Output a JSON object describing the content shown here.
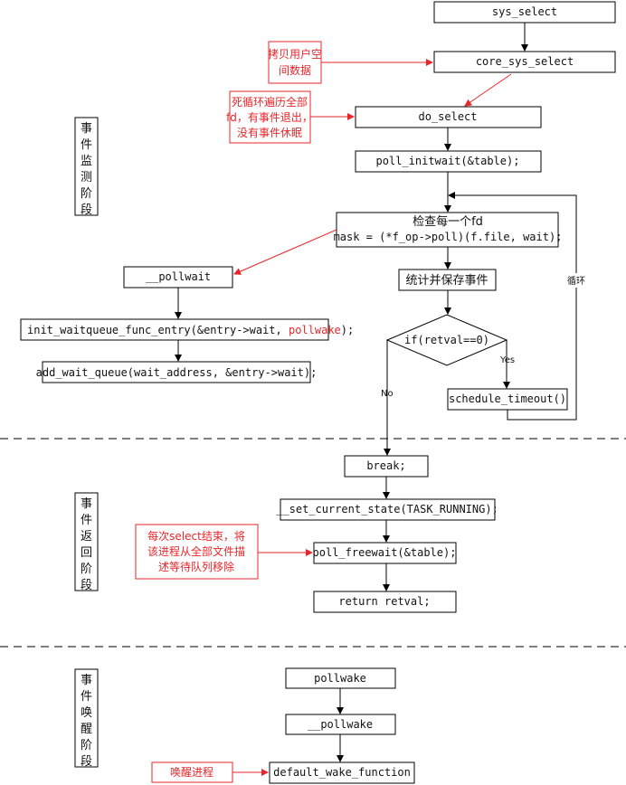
{
  "colors": {
    "annotation": "#e8262a",
    "line": "#000000",
    "separator": "#555555"
  },
  "stages": {
    "monitor": "事件监测阶段",
    "return": "事件返回阶段",
    "wake": "事件唤醒阶段"
  },
  "nodes": {
    "sys_select": "sys_select",
    "core_sys_select": "core_sys_select",
    "do_select": "do_select",
    "poll_initwait": "poll_initwait(&table);",
    "check_fd_line1": "检查每一个fd",
    "check_fd_line2": "mask = (*f_op->poll)(f.file, wait);",
    "pollwait": "__pollwait",
    "init_waitqueue_prefix": "init_waitqueue_func_entry(&entry->wait, ",
    "init_waitqueue_highlight": "pollwake",
    "init_waitqueue_suffix": ");",
    "add_wait_queue": "add_wait_queue(wait_address, &entry->wait);",
    "save_events": "统计并保存事件",
    "retval_check": "if(retval==0)",
    "schedule_timeout": "schedule_timeout()",
    "break": "break;",
    "set_current_state": "__set_current_state(TASK_RUNNING);",
    "poll_freewait": "poll_freewait(&table);",
    "return_retval": "return retval;",
    "pollwake": "pollwake",
    "__pollwake": "__pollwake",
    "default_wake_function": "default_wake_function"
  },
  "edge_labels": {
    "yes": "Yes",
    "no": "No",
    "loop": "循环"
  },
  "notes": {
    "copy_user": [
      "拷贝用户空",
      "间数据"
    ],
    "dead_loop": [
      "死循环遍历全部",
      "fd，有事件退出，",
      "没有事件休眠"
    ],
    "free_wait": [
      "每次select结束，将",
      "该进程从全部文件描",
      "述等待队列移除"
    ],
    "wake_process": "唤醒进程"
  }
}
